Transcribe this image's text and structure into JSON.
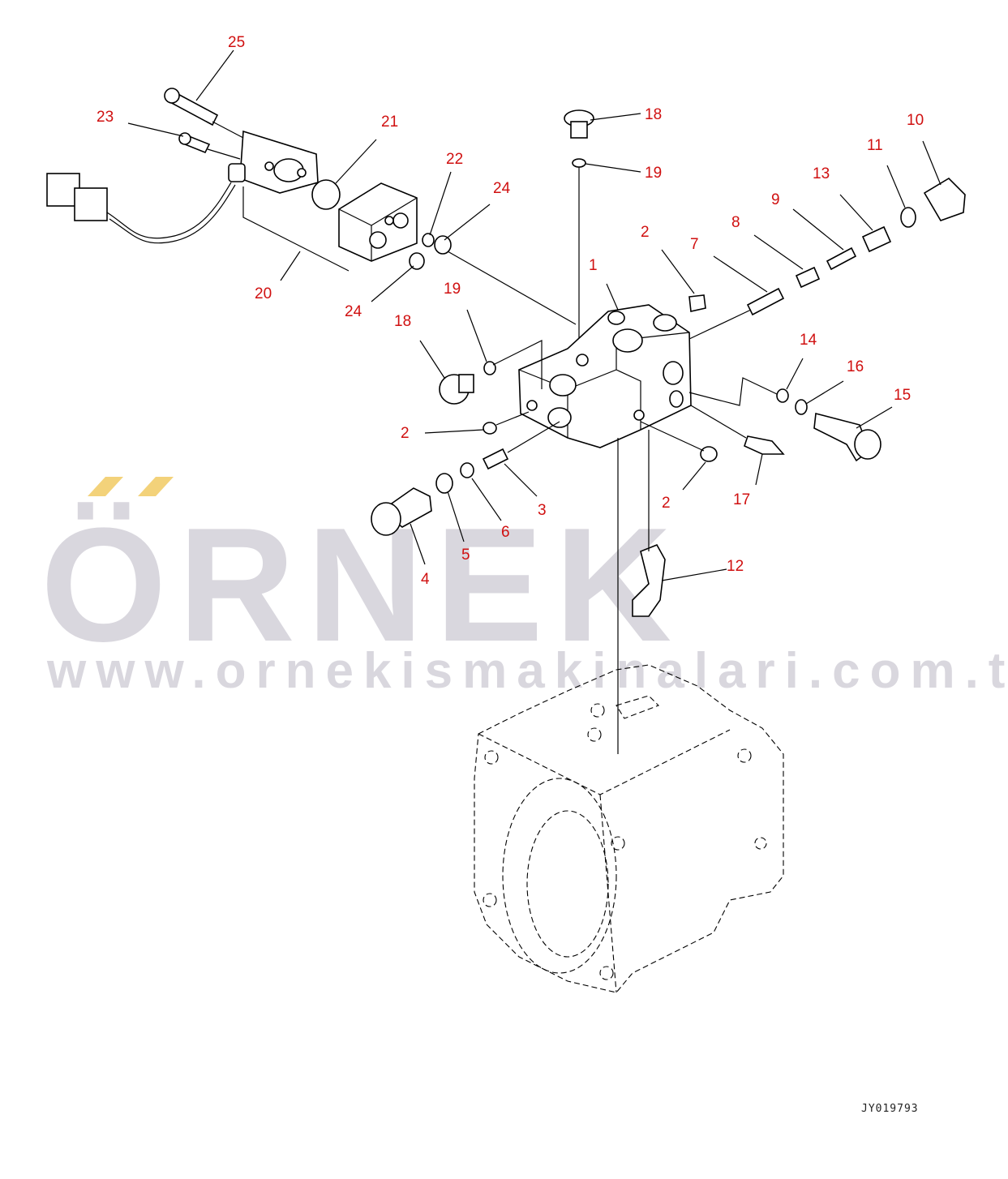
{
  "diagram": {
    "drawing_code": "JY019793",
    "watermark": {
      "brand": "ÖRNEK",
      "url": "www.ornekismakinalari.com.tr",
      "accent_color": "#f3d27a",
      "text_color": "#d9d7de"
    },
    "callout_color": "#d01010",
    "callouts": [
      "25",
      "23",
      "21",
      "22",
      "24",
      "20",
      "24",
      "18",
      "19",
      "1",
      "2",
      "7",
      "8",
      "9",
      "13",
      "11",
      "10",
      "19",
      "18",
      "2",
      "14",
      "16",
      "15",
      "2",
      "3",
      "6",
      "5",
      "4",
      "17",
      "12"
    ]
  }
}
